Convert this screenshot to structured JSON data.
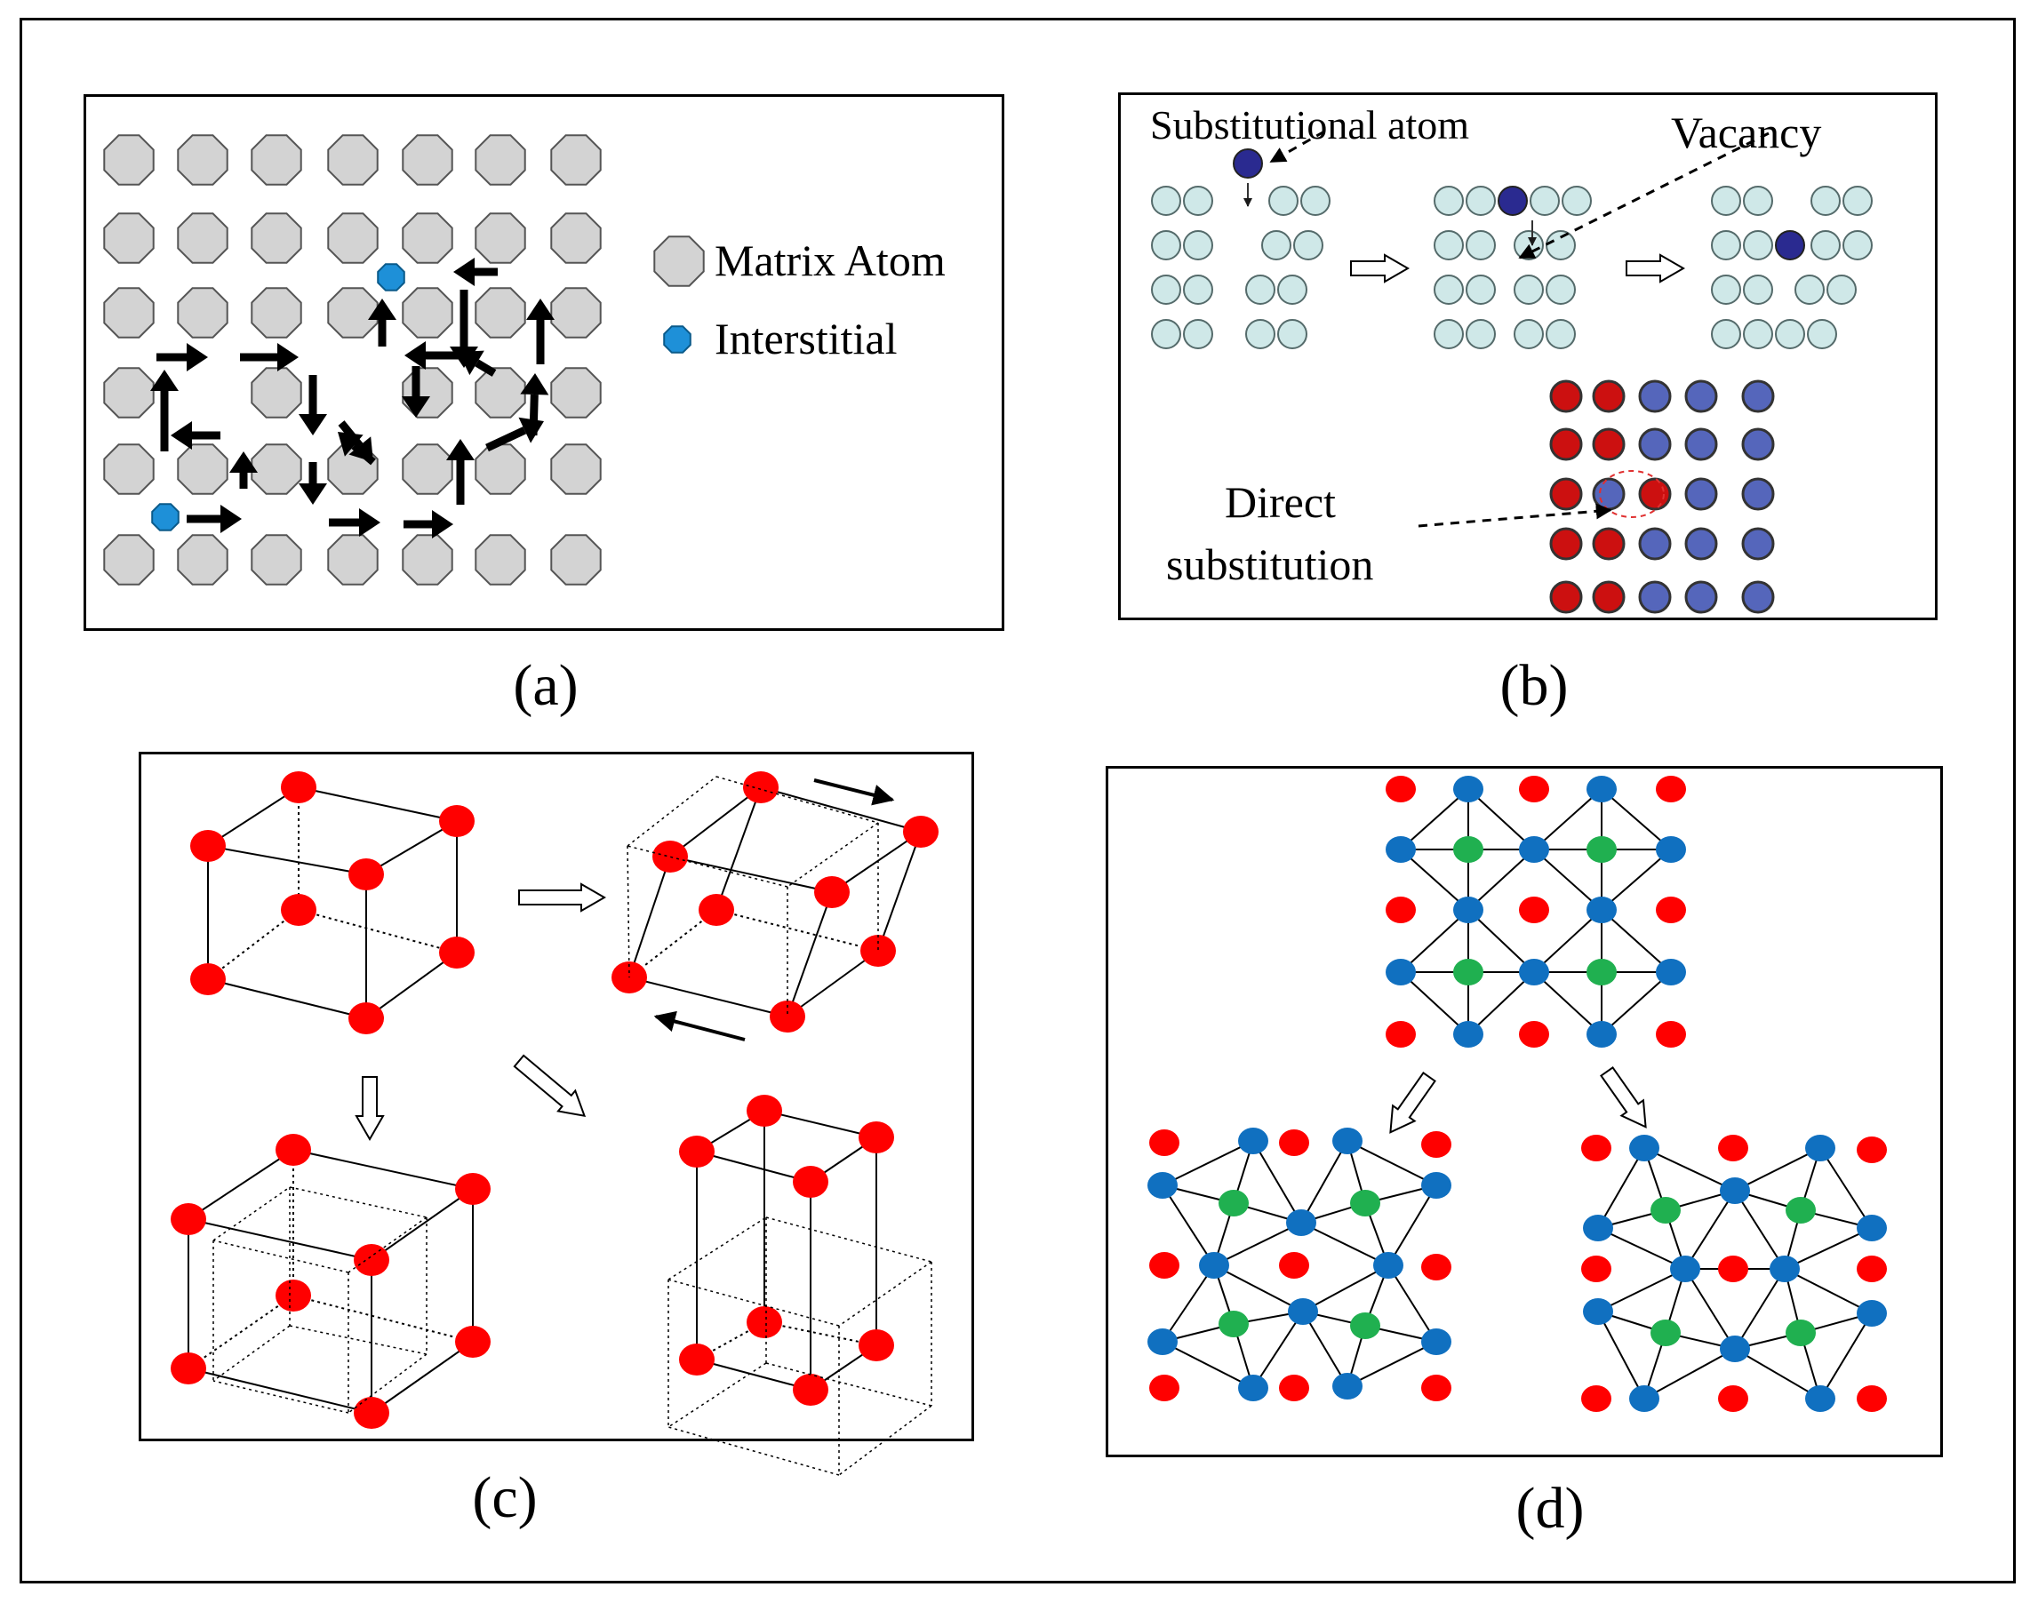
{
  "panels": {
    "a": {
      "caption": "(a)",
      "legend": {
        "matrix_atom": "Matrix Atom",
        "interstitial": "Interstitial"
      }
    },
    "b": {
      "caption": "(b)",
      "labels": {
        "substitutional_atom": "Substitutional atom",
        "vacancy": "Vacancy",
        "direct_substitution_line1": "Direct",
        "direct_substitution_line2": "substitution"
      }
    },
    "c": {
      "caption": "(c)"
    },
    "d": {
      "caption": "(d)"
    }
  },
  "colors": {
    "matrix_atom": "#d3d3d3",
    "interstitial": "#1e90d8",
    "vacancy_lattice": "#cfe8e8",
    "substitutional": "#2a2a90",
    "red_atom": "#cc1010",
    "blue_atom": "#5566bb",
    "lattice_red": "#ff0000",
    "lattice_blue": "#1070c0",
    "lattice_green": "#20b050"
  },
  "icons": [
    "arrow-icon",
    "hollow-arrow-icon",
    "dashed-arrow-icon"
  ]
}
